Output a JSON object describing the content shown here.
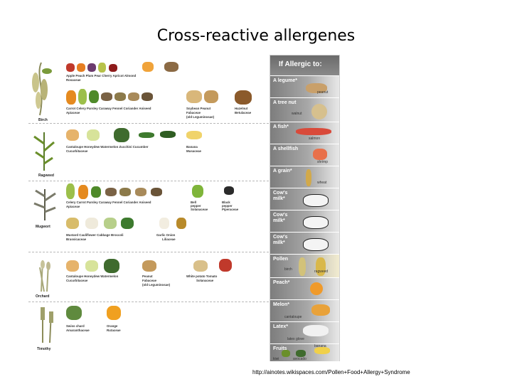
{
  "title": "Cross-reactive allergenes",
  "source": "http://ainotes.wikispaces.com/Pollen+Food+Allergy+Syndrome",
  "plants": [
    {
      "name": "Birch"
    },
    {
      "name": "Ragweed"
    },
    {
      "name": "Mugwort"
    },
    {
      "name": "Orchard"
    },
    {
      "name": "Timothy"
    }
  ],
  "birch_row1": {
    "labels": "Apple   Peach   Plum   Pear   Cherry   Apricot     Almond",
    "family": "Rosaceae"
  },
  "birch_row2": {
    "labels": "Carrot   Celery  Parsley  Caraway  Fennel Coriander  Aniseed",
    "family": "Apiaceae"
  },
  "birch_legumes": {
    "labels": "Soybean  Peanut",
    "family1": "Fabaceae",
    "family2": "(old Leguminosae)"
  },
  "birch_betula": {
    "labels": "Hazelnut",
    "family": "Betulaceae"
  },
  "ragweed_row": {
    "labels": "Cantaloupe  Honeydew  Watermelon   Zucchini   Cucumber",
    "family": "Cucurbitaceae"
  },
  "ragweed_banana": {
    "labels": "Banana",
    "family": "Musaceae"
  },
  "mugwort_row1": {
    "labels": "Celery    Carrot    Parsley  Caraway  Fennel  Coriander  Aniseed",
    "family": "Apiaceae"
  },
  "mugwort_pepper": {
    "labels": "Bell",
    "l2": "pepper",
    "family": "Solanaceae"
  },
  "mugwort_black": {
    "labels": "Black",
    "l2": "pepper",
    "family": "Piperaceae"
  },
  "mugwort_row2": {
    "labels": "Mustard     Cauliflower   Cabbage   Broccoli",
    "family": "Brassicaceae"
  },
  "mugwort_lily": {
    "labels": "Garlic      Onion",
    "family": "Liliaceae"
  },
  "orchard_row": {
    "labels": "Cantaloupe Honeydew Watermelon",
    "family": "Cucurbitaceae"
  },
  "orchard_peanut": {
    "labels": "Peanut",
    "family1": "Fabaceae",
    "family2": "(old Leguminosae)"
  },
  "orchard_sol": {
    "labels": "White potato  Tomato",
    "family": "Solanaceae"
  },
  "timothy_row1": {
    "labels": "Swiss chard",
    "family": "Amaranthaceae"
  },
  "timothy_row2": {
    "labels": "Orange",
    "family": "Rutaceae"
  },
  "right": {
    "header": "If Allergic to:",
    "rows": [
      {
        "label": "A legume*",
        "sub": "peanut"
      },
      {
        "label": "A tree nut",
        "sub": "walnut"
      },
      {
        "label": "A fish*",
        "sub": "salmon"
      },
      {
        "label": "A shellfish",
        "sub": "shrimp"
      },
      {
        "label": "A grain*",
        "sub": "wheat"
      },
      {
        "label": "Cow's\nmilk*",
        "sub": ""
      },
      {
        "label": "Cow's\nmilk*",
        "sub": ""
      },
      {
        "label": "Cow's\nmilk*",
        "sub": ""
      },
      {
        "label": "Pollen",
        "sub": "birch",
        "sub2": "ragweed"
      },
      {
        "label": "Peach*",
        "sub": ""
      },
      {
        "label": "Melon*",
        "sub": "cantaloupe"
      },
      {
        "label": "Latex*",
        "sub": "latex glove"
      },
      {
        "label": "Fruits",
        "sub": "kiwi",
        "sub2": "avocado",
        "sub3": "banana"
      }
    ]
  },
  "colors": {
    "red": "#c0392b",
    "green": "#6a8f2a",
    "brown": "#8b5a2b",
    "orange": "#e69422",
    "yellow": "#e8c64a"
  }
}
